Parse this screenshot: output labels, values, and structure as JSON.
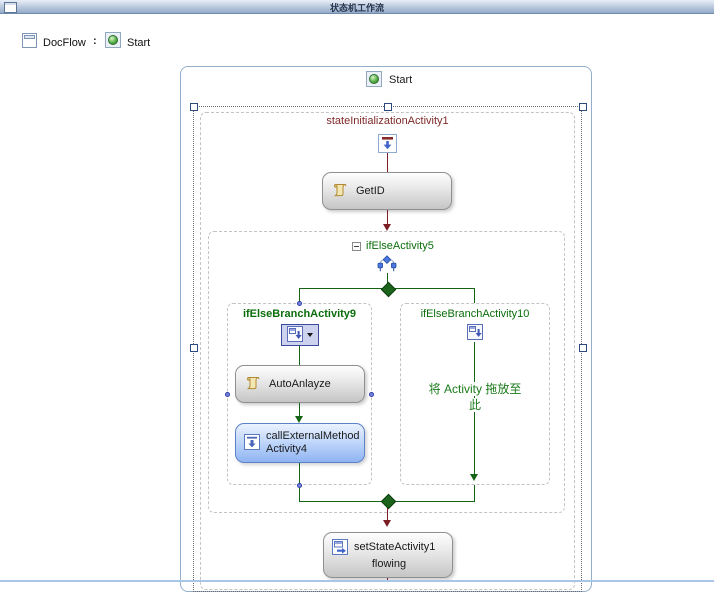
{
  "window": {
    "title": "状态机工作流"
  },
  "breadcrumb": {
    "root": "DocFlow",
    "separator": ":",
    "current": "Start"
  },
  "canvas": {
    "state": {
      "title": "Start"
    },
    "state_initialization": {
      "title": "stateInitializationActivity1"
    },
    "activities": {
      "get_id": {
        "label": "GetID"
      },
      "auto_anlayze": {
        "label": "AutoAnlayze"
      },
      "call_external_method": {
        "line1": "callExternalMethod",
        "line2": "Activity4"
      },
      "set_state": {
        "line1": "setStateActivity1",
        "line2": "flowing"
      }
    },
    "if_else": {
      "title": "ifElseActivity5",
      "branch_left": {
        "title": "ifElseBranchActivity9"
      },
      "branch_right": {
        "title": "ifElseBranchActivity10",
        "placeholder_line1": "将 Activity 拖放至",
        "placeholder_line2": "此"
      }
    }
  },
  "colors": {
    "connector_red": "#7b1f24",
    "connector_green": "#156415",
    "title_maroon": "#7f2929",
    "label_green": "#0b6e0b",
    "selected_activity_border": "#5b82c8",
    "titlebar_gradient_bottom": "#94aac7"
  }
}
